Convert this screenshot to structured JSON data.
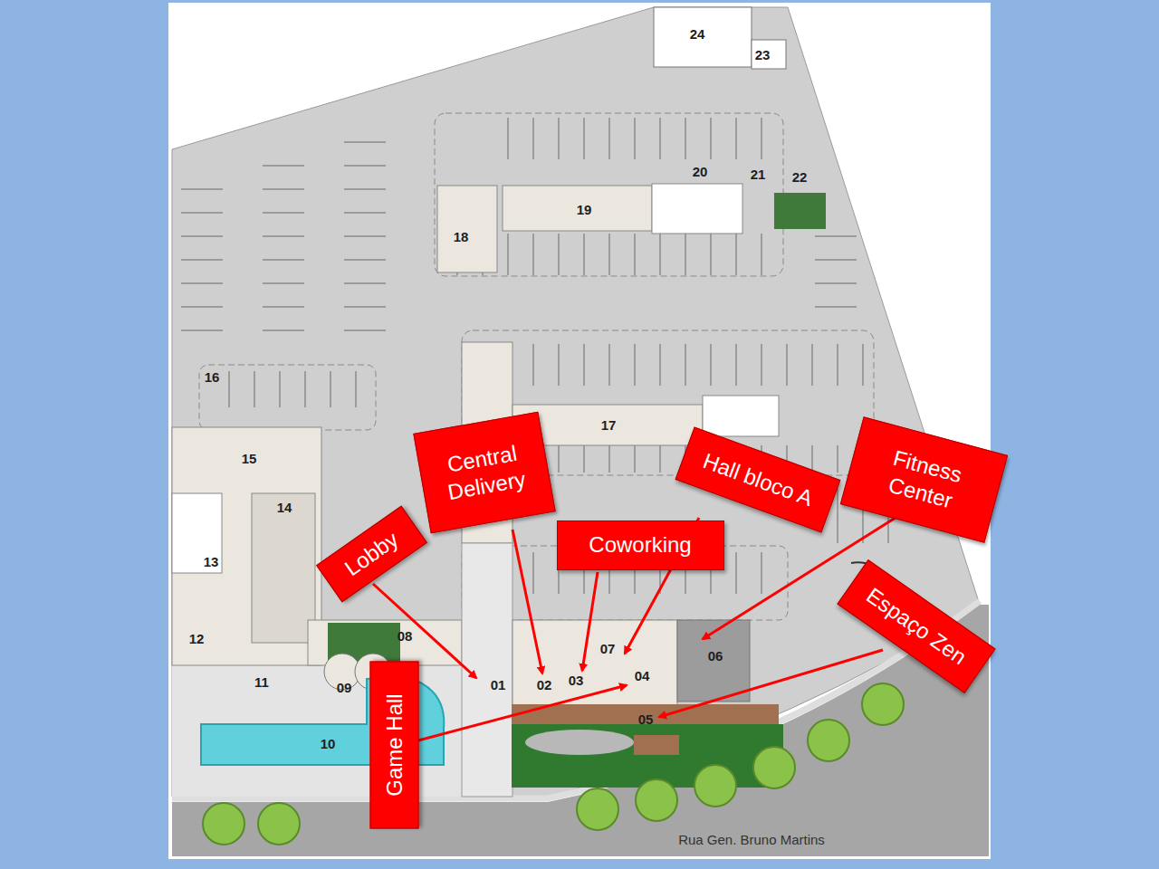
{
  "diagram": {
    "nodes": [
      {
        "text": [
          "Lobby"
        ]
      },
      {
        "text": [
          "Central Delivery"
        ]
      },
      {
        "text": [
          "Coworking"
        ]
      },
      {
        "text": [
          "Hall bloco A"
        ]
      },
      {
        "text": [
          "Fitness Center"
        ]
      },
      {
        "text": [
          "Espaço Zen"
        ]
      },
      {
        "text": [
          "Game Hall"
        ]
      }
    ],
    "labels": [
      "01",
      "02",
      "03",
      "04",
      "05",
      "06",
      "07",
      "08",
      "09",
      "10",
      "11",
      "12",
      "13",
      "14",
      "15",
      "16",
      "17",
      "18",
      "19",
      "20",
      "21",
      "22",
      "23",
      "24",
      "Rua Gen. Bruno Martins"
    ]
  }
}
